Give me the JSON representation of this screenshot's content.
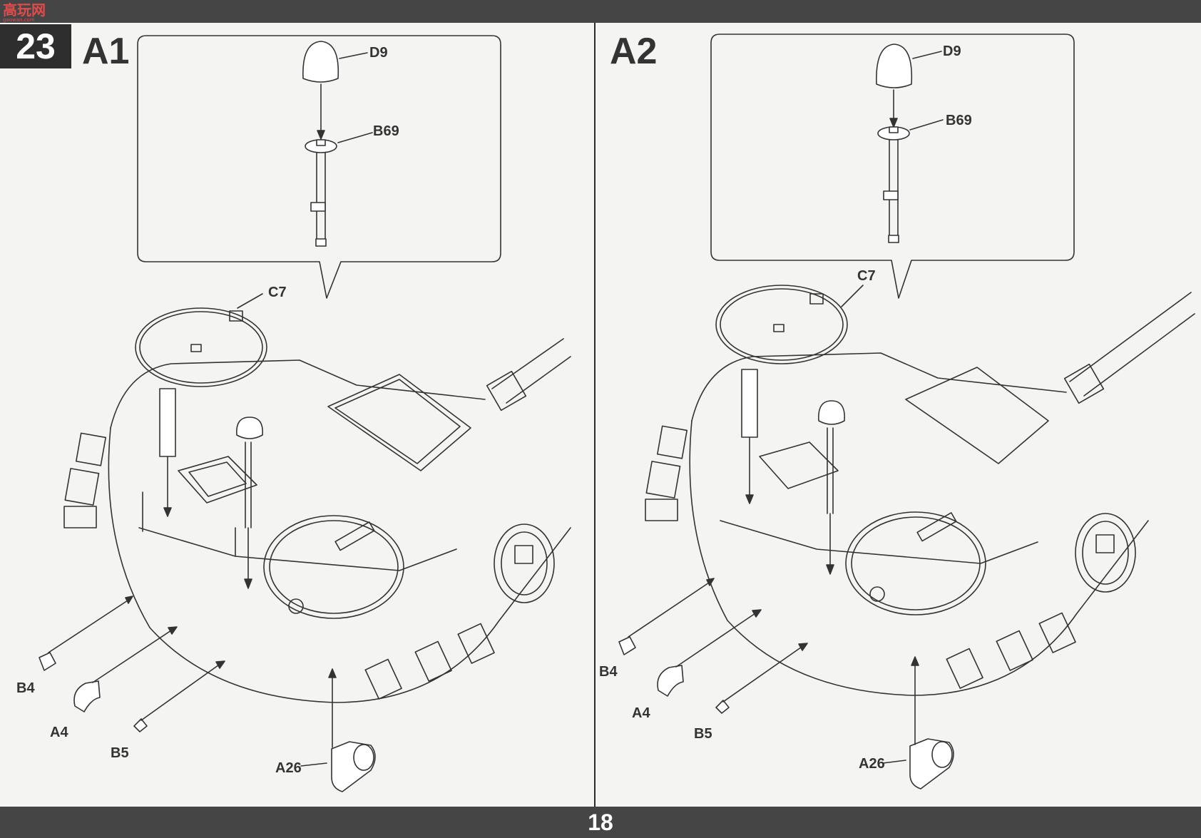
{
  "watermark": {
    "site": "高玩网",
    "url": "gaowan.com"
  },
  "step": {
    "number": "23",
    "page_number": "18"
  },
  "panels": [
    {
      "variant": "A1",
      "callout_labels": {
        "dome": "D9",
        "base": "B69"
      },
      "labels": {
        "hatch": "C7",
        "b4": "B4",
        "a4": "A4",
        "b5": "B5",
        "a26": "A26"
      }
    },
    {
      "variant": "A2",
      "callout_labels": {
        "dome": "D9",
        "base": "B69"
      },
      "labels": {
        "hatch": "C7",
        "b4": "B4",
        "a4": "A4",
        "b5": "B5",
        "a26": "A26"
      }
    }
  ]
}
